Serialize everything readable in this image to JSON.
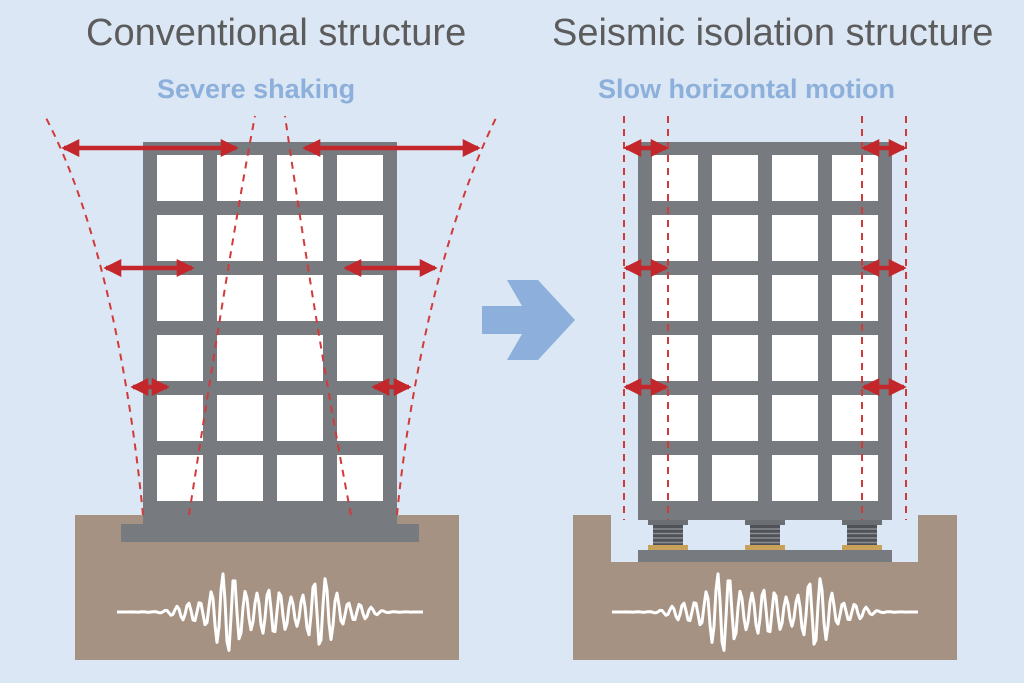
{
  "labels": {
    "conventional_title": "Conventional structure",
    "conventional_subtitle": "Severe shaking",
    "isolation_title": "Seismic isolation structure",
    "isolation_subtitle": "Slow horizontal motion"
  },
  "colors": {
    "background": "#dbe7f4",
    "building": "#777b7f",
    "window": "#ffffff",
    "ground": "#a59283",
    "arrow": "#c3272b",
    "guide_line": "#d23a3a",
    "transition_arrow": "#8cb0db",
    "seismic_wave": "#ffffff",
    "title_text": "#5c5c5c",
    "subtitle_text": "#8cb0db"
  },
  "icons": {
    "transition": "arrow-right-icon",
    "wave": "seismic-wave-icon",
    "isolator": "rubber-bearing-icon"
  },
  "diagram": {
    "window_rows": 6,
    "window_columns": 4,
    "isolator_count": 3
  }
}
